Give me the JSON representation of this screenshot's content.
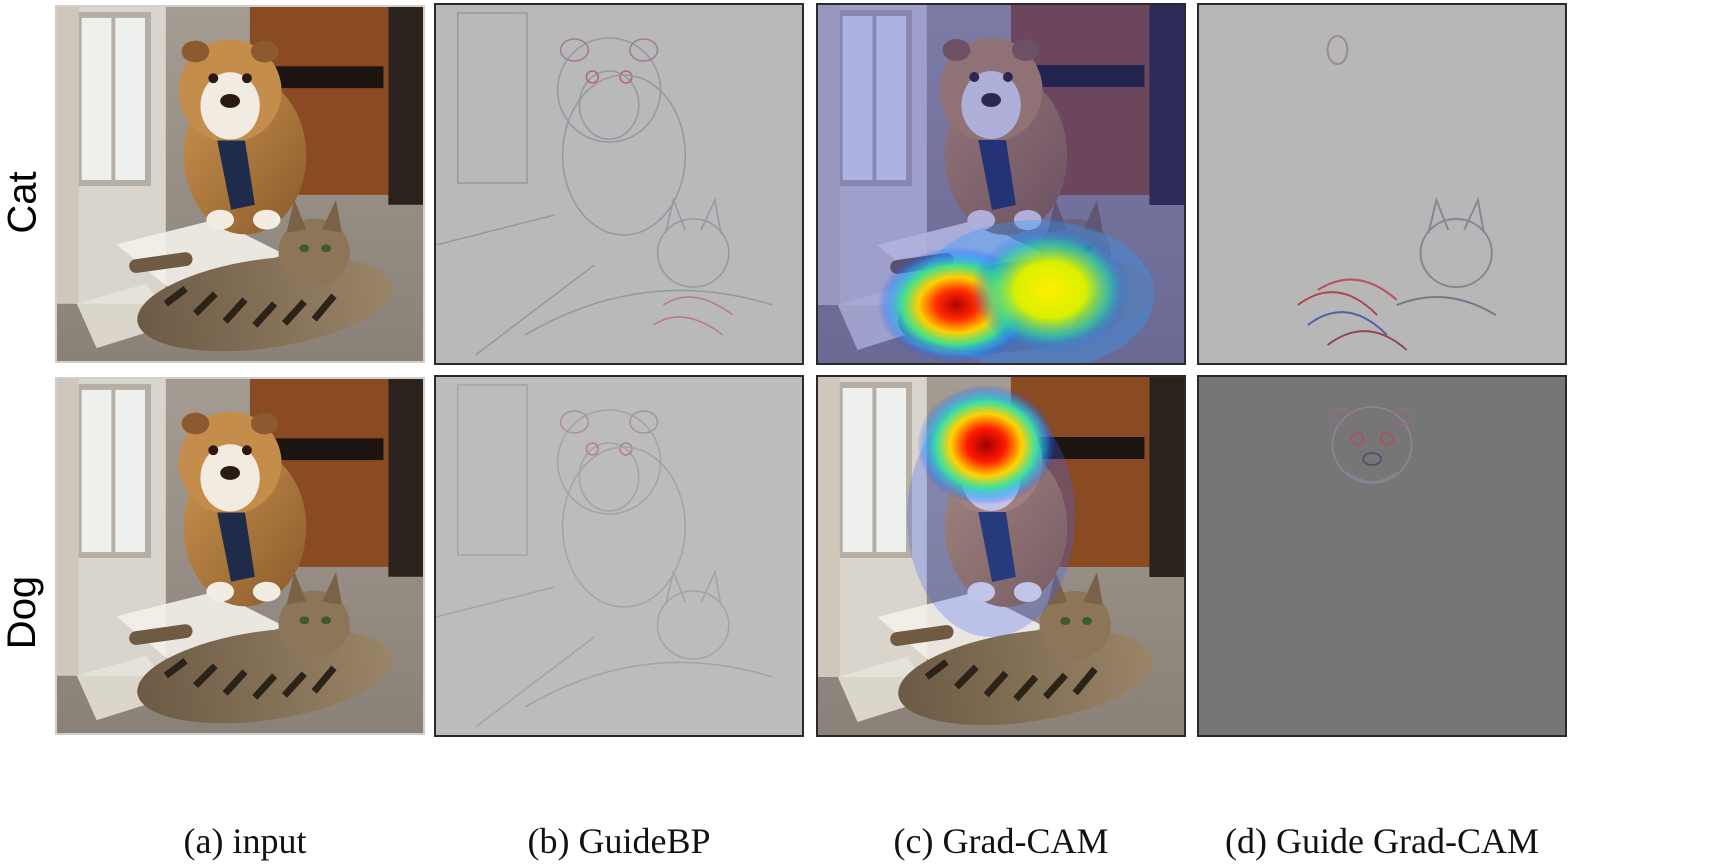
{
  "rows": [
    {
      "label": "Cat"
    },
    {
      "label": "Dog"
    }
  ],
  "columns": [
    {
      "caption": "(a) input"
    },
    {
      "caption": "(b) GuideBP"
    },
    {
      "caption": "(c) Grad-CAM"
    },
    {
      "caption": "(d) Guide Grad-CAM"
    }
  ],
  "colors": {
    "gray_map": "#b8b8b8",
    "dark_gray_map": "#767676",
    "heat_hot": "#c80000",
    "heat_mid": "#ffe600",
    "heat_cool": "#00c8ff"
  }
}
